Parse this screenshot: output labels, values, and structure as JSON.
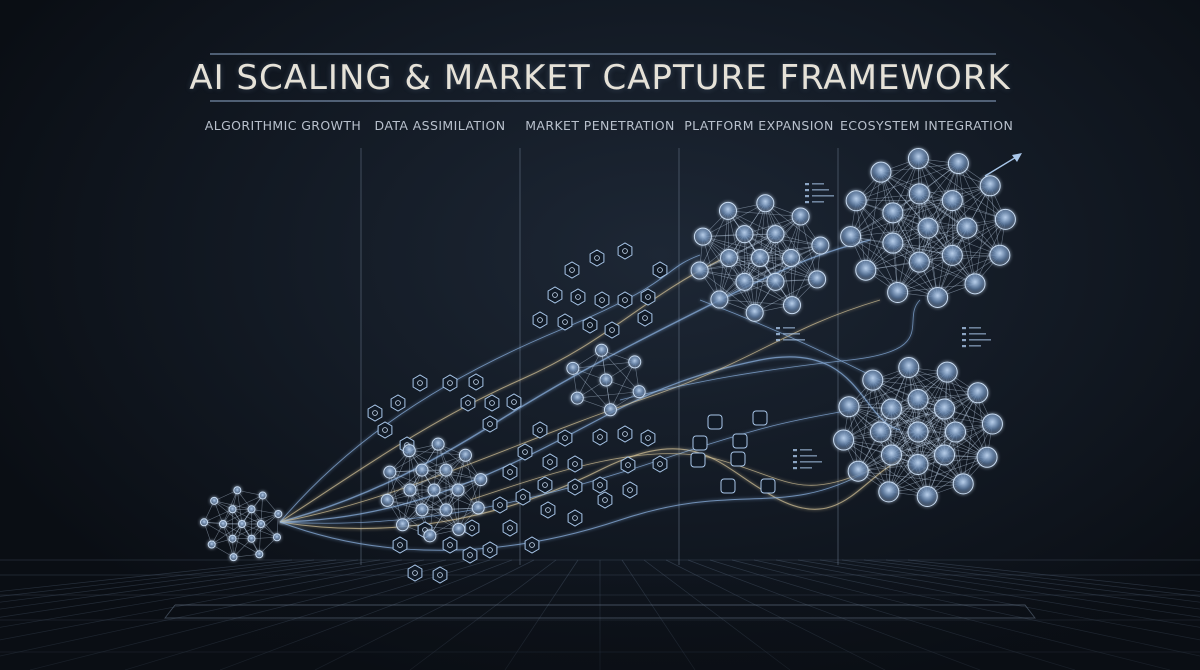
{
  "title": "AI SCALING & MARKET CAPTURE FRAMEWORK",
  "stages": [
    "ALGORITHMIC GROWTH",
    "DATA ASSIMILATION",
    "MARKET PENETRATION",
    "PLATFORM EXPANSION",
    "ECOSYSTEM INTEGRATION"
  ],
  "colors": {
    "background": "#0a0e14",
    "node_stroke": "#c9dcf2",
    "node_fill": "#5f7fa8",
    "flow_blue": "#8fb6e6",
    "flow_gold": "#d8c69a",
    "title_rule": "#8fa9c9"
  },
  "icon_names": [
    "hexagon-module-icon",
    "arrow-icon",
    "network-cluster-icon",
    "perspective-grid-floor"
  ]
}
